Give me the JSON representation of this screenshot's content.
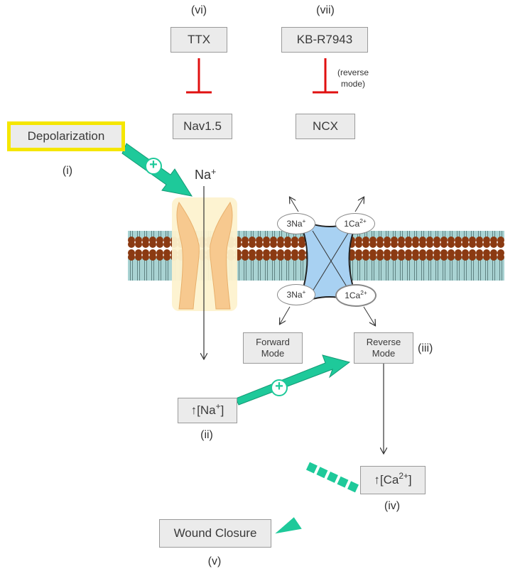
{
  "drugs": {
    "ttx": {
      "roman": "(vi)",
      "name": "TTX"
    },
    "kb": {
      "roman": "(vii)",
      "name": "KB-R7943",
      "note_line1": "(reverse",
      "note_line2": "mode)"
    }
  },
  "targets": {
    "nav": "Nav1.5",
    "ncx": "NCX"
  },
  "depolarization": {
    "label": "Depolarization",
    "roman": "(i)",
    "highlight_color": "#f5e600"
  },
  "sodium": {
    "base": "Na",
    "charge": "+"
  },
  "exchanger_ions": {
    "top_left": {
      "base": "3Na",
      "charge": "+"
    },
    "top_right": {
      "base": "1Ca",
      "charge": "2+"
    },
    "bottom_left": {
      "base": "3Na",
      "charge": "+"
    },
    "bottom_right": {
      "base": "1Ca",
      "charge": "2+"
    }
  },
  "modes": {
    "forward": {
      "line1": "Forward",
      "line2": "Mode"
    },
    "reverse": {
      "line1": "Reverse",
      "line2": "Mode",
      "roman": "(iii)"
    }
  },
  "na_increase": {
    "arrow": "↑",
    "open": "[Na",
    "charge": "+",
    "close": "]",
    "roman": "(ii)"
  },
  "ca_increase": {
    "arrow": "↑",
    "open": "[Ca",
    "charge": "2+",
    "close": "]",
    "roman": "(iv)"
  },
  "wound": {
    "label": "Wound Closure",
    "roman": "(v)"
  },
  "plus_sign": "+",
  "colors": {
    "activation_arrow": "#1ec99a",
    "inhibition": "#e01010",
    "lipid_head": "#8b3a12",
    "membrane_core": "#a9d3d3",
    "exchanger": "#a8d1f2",
    "channel": "#f7c98f"
  }
}
